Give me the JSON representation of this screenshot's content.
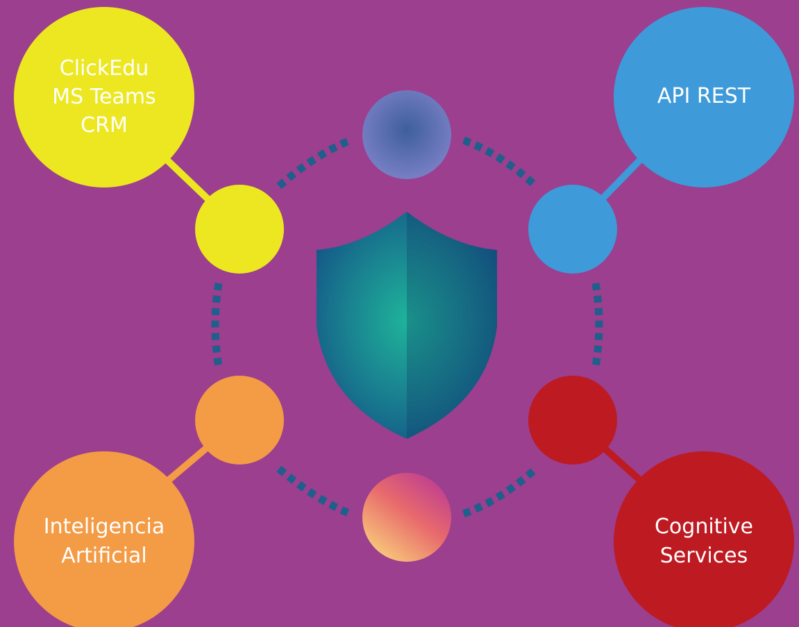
{
  "background_color": "#9b3f8e",
  "nodes": {
    "top_left": {
      "lines": [
        "ClickEdu",
        "MS Teams",
        "CRM"
      ],
      "color": "#ede721"
    },
    "top_right": {
      "lines": [
        "API REST"
      ],
      "color": "#3e9ad8"
    },
    "bottom_left": {
      "lines": [
        "Inteligencia",
        "Artificial"
      ],
      "color": "#f39b45"
    },
    "bottom_right": {
      "lines": [
        "Cognitive",
        "Services"
      ],
      "color": "#be1a22"
    }
  },
  "ring_color": "#1f5f8b",
  "center_icon": "shield-icon"
}
